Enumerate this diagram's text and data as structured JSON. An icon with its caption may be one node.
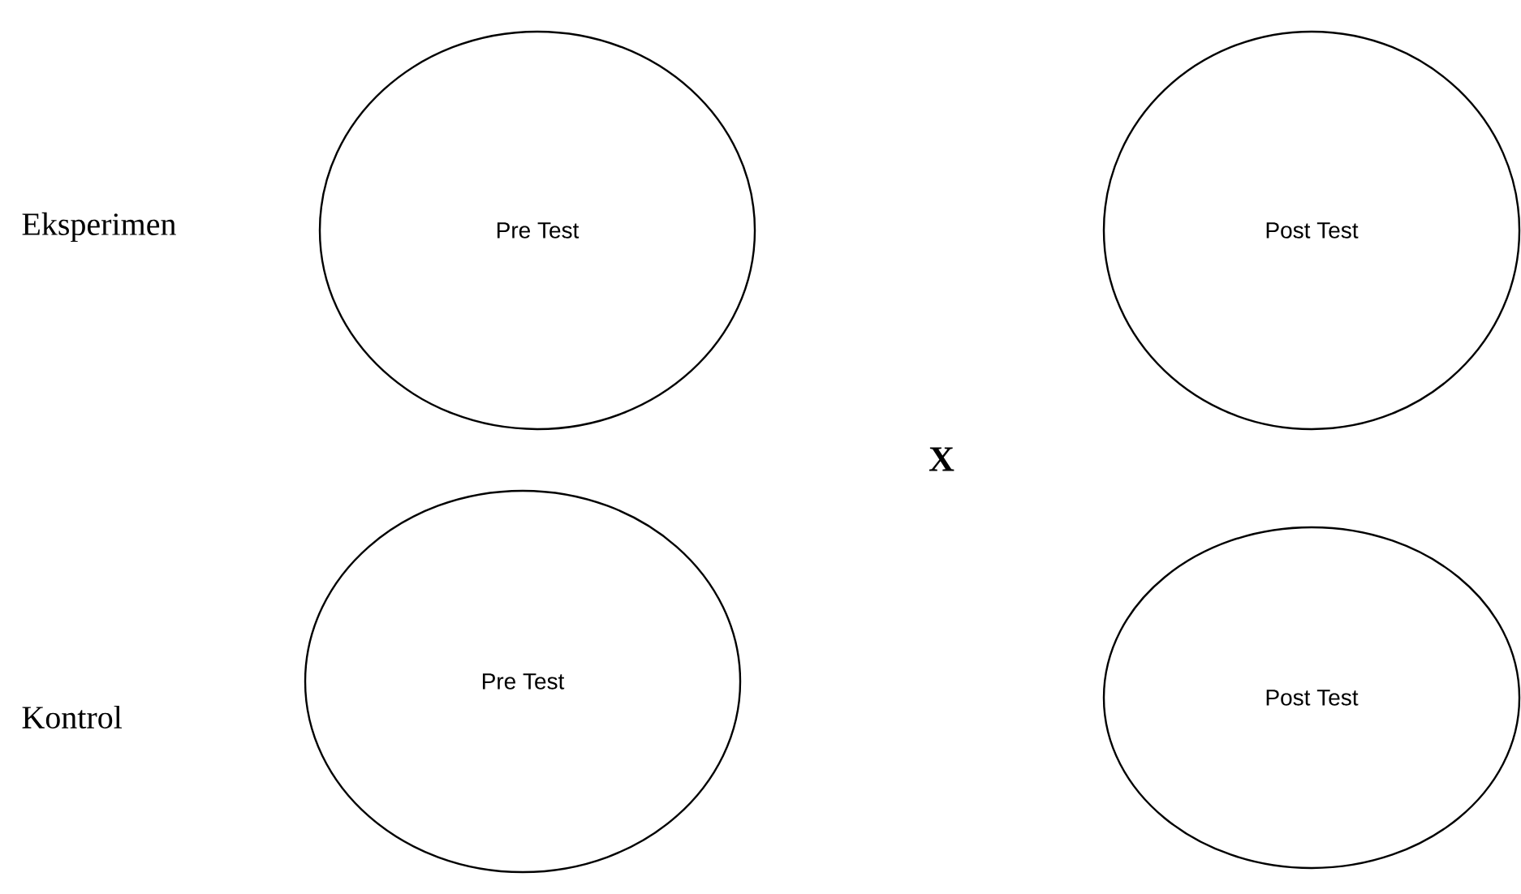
{
  "diagram": {
    "nodes": [
      {
        "text": [
          "Pre Test"
        ]
      },
      {
        "text": [
          "Post Test"
        ]
      },
      {
        "text": [
          "Pre Test"
        ]
      },
      {
        "text": [
          "Post Test"
        ]
      }
    ],
    "labels": [
      "Eksperimen",
      "X",
      "Kontrol"
    ]
  }
}
